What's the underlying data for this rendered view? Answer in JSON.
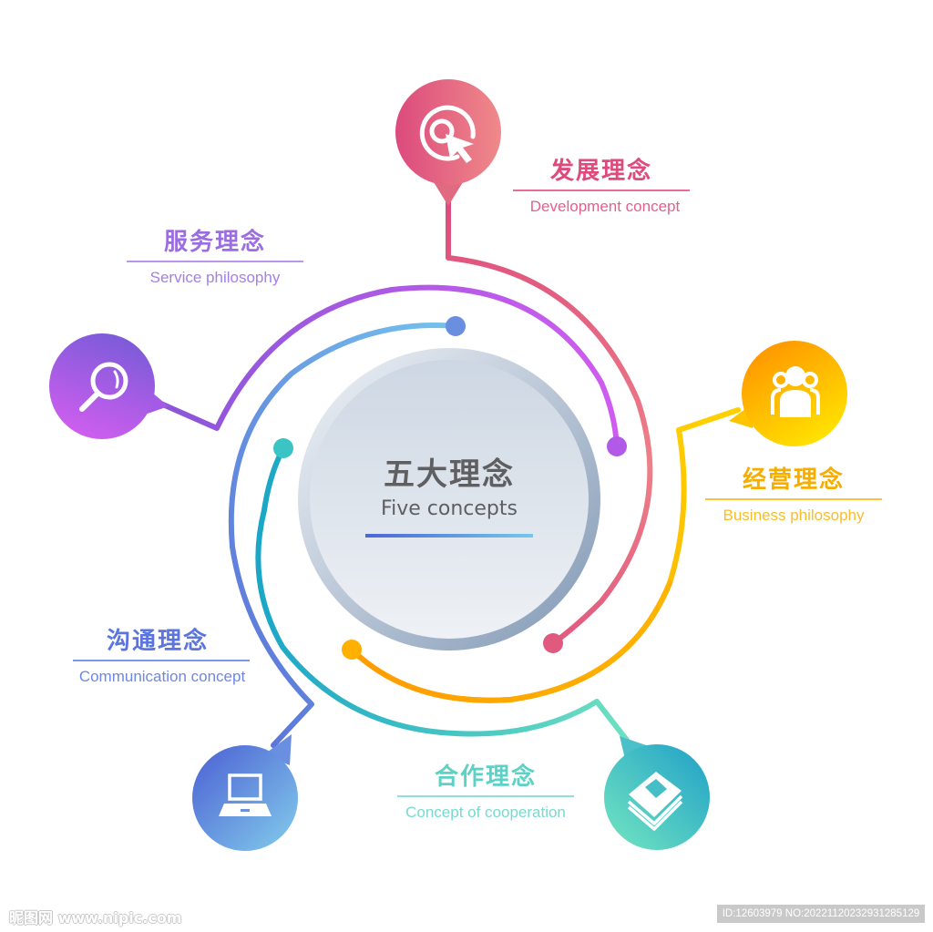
{
  "center": {
    "title_cn": "五大理念",
    "title_en": "Five concepts"
  },
  "concepts": [
    {
      "id": "development",
      "title_cn": "发展理念",
      "title_en": "Development concept",
      "icon": "target-cursor-icon",
      "color": "#e0467c"
    },
    {
      "id": "business",
      "title_cn": "经营理念",
      "title_en": "Business philosophy",
      "icon": "people-group-icon",
      "color": "#f5b400"
    },
    {
      "id": "cooperation",
      "title_cn": "合作理念",
      "title_en": "Concept of cooperation",
      "icon": "book-stack-icon",
      "color": "#5fd3c8"
    },
    {
      "id": "communication",
      "title_cn": "沟通理念",
      "title_en": "Communication concept",
      "icon": "laptop-icon",
      "color": "#5b74de"
    },
    {
      "id": "service",
      "title_cn": "服务理念",
      "title_en": "Service philosophy",
      "icon": "search-magnifier-icon",
      "color": "#9a6ae0"
    }
  ],
  "watermark": {
    "site": "昵图网 www.nipic.com",
    "id_text": "ID:12603979 NO:20221120232931285129"
  }
}
